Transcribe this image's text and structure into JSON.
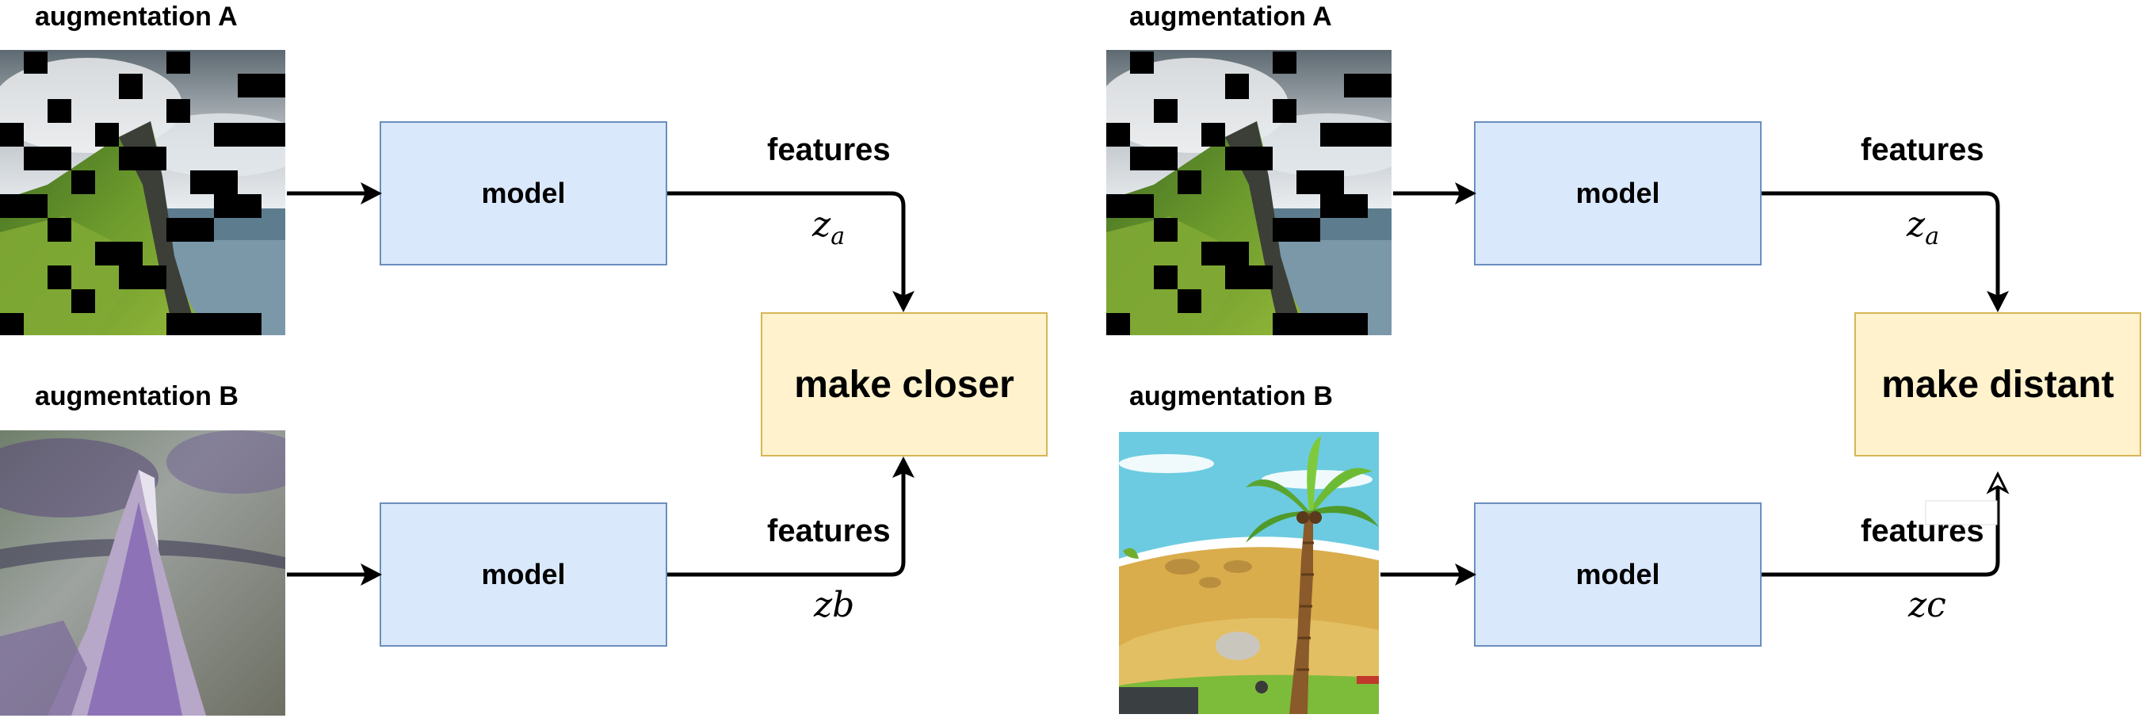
{
  "left": {
    "aug_a_label": "augmentation A",
    "aug_b_label": "augmentation B",
    "model_top": "model",
    "model_bottom": "model",
    "features_top": "features",
    "features_bottom": "features",
    "z_top_base": "z",
    "z_top_sub": "a",
    "z_bottom": "zb",
    "result": "make closer"
  },
  "right": {
    "aug_a_label": "augmentation A",
    "aug_b_label": "augmentation B",
    "model_top": "model",
    "model_bottom": "model",
    "features_top": "features",
    "features_bottom": "features",
    "z_top_base": "z",
    "z_top_sub": "a",
    "z_bottom": "zc",
    "result": "make distant"
  },
  "colors": {
    "model_fill": "#dae8fc",
    "model_stroke": "#6c8ebf",
    "result_fill": "#fff2cc",
    "result_stroke": "#d6b656",
    "arrow": "#000000"
  }
}
